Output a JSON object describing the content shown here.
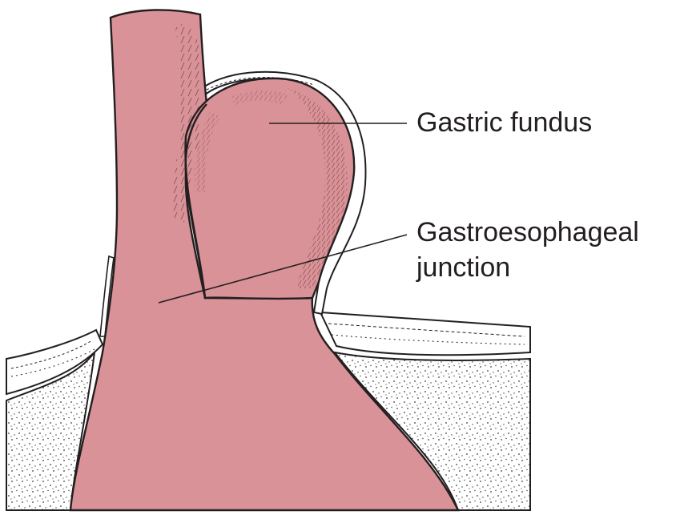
{
  "colors": {
    "tissue": "#d99297",
    "outline": "#231f20",
    "background": "#ffffff",
    "stipple": "#3a3a3a"
  },
  "labels": {
    "gastric_fundus": "Gastric fundus",
    "ge_junction_line1": "Gastroesophageal",
    "ge_junction_line2": "junction"
  }
}
